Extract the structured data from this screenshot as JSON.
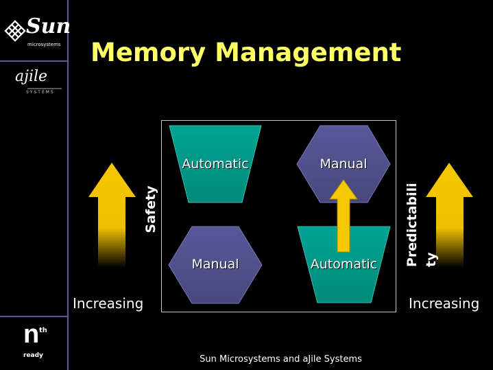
{
  "sidebar": {
    "sun_logo": {
      "name": "Sun",
      "sub": "microsystems"
    },
    "ajile_logo": {
      "name": "ajile",
      "sub": "SYSTEMS"
    },
    "nth_logo": {
      "name": "n",
      "sup": "th",
      "sub": "ready"
    }
  },
  "title": "Memory Management",
  "diagram": {
    "left_axis": {
      "label": "Safety",
      "caption": "Increasing"
    },
    "right_axis": {
      "label_line1": "Predictabili",
      "label_line2": "ty",
      "caption": "Increasing"
    },
    "left_column": {
      "top": "Automatic",
      "bottom": "Manual"
    },
    "right_column": {
      "top": "Manual",
      "bottom": "Automatic"
    }
  },
  "colors": {
    "title": "#ffff66",
    "automatic": "#009988",
    "manual": "#4f4f88",
    "arrow": "#f5c800",
    "divider": "#5a5a94"
  },
  "footer": "Sun Microsystems and aJile Systems"
}
